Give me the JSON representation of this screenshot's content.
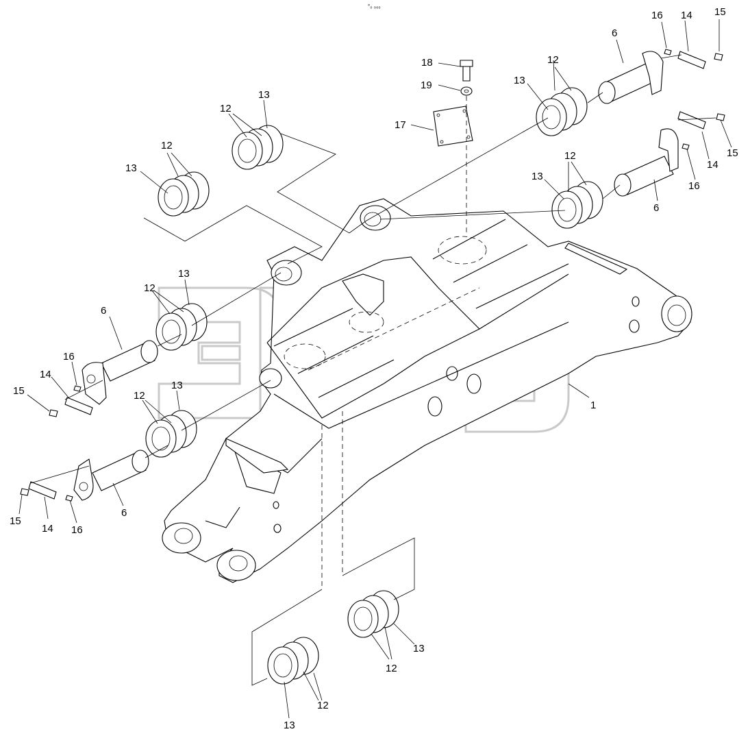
{
  "header_mark": "°₀ ₀₀₀",
  "watermark_mark": "™",
  "labels": {
    "l1": "1",
    "l6a": "6",
    "l6b": "6",
    "l6c": "6",
    "l6d": "6",
    "l12a": "12",
    "l12b": "12",
    "l12c": "12",
    "l12d": "12",
    "l12e": "12",
    "l12f": "12",
    "l12g": "12",
    "l12h": "12",
    "l13a": "13",
    "l13b": "13",
    "l13c": "13",
    "l13d": "13",
    "l13e": "13",
    "l13f": "13",
    "l13g": "13",
    "l13h": "13",
    "l14a": "14",
    "l14b": "14",
    "l14c": "14",
    "l14d": "14",
    "l15a": "15",
    "l15b": "15",
    "l15c": "15",
    "l15d": "15",
    "l16a": "16",
    "l16b": "16",
    "l16c": "16",
    "l16d": "16",
    "l17": "17",
    "l18": "18",
    "l19": "19"
  }
}
